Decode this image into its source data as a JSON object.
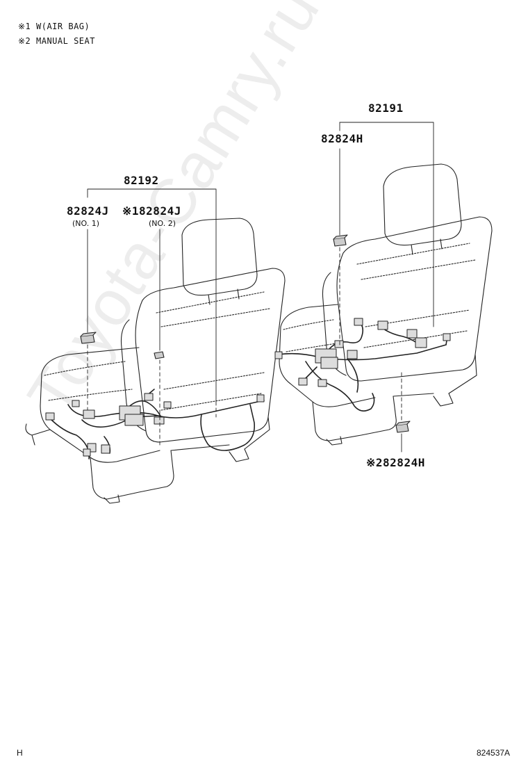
{
  "legend": [
    "※1 W(AIR BAG)",
    "※2 MANUAL SEAT"
  ],
  "labels": {
    "part_82192": "82192",
    "part_82824J_no1": "82824J",
    "part_82824J_no2": "※182824J",
    "note_no1": "(NO. 1)",
    "note_no2": "(NO. 2)",
    "part_82191": "82191",
    "part_82824H_top": "82824H",
    "part_82824H_bottom": "※282824H"
  },
  "footer": {
    "left": "H",
    "right": "824537A"
  },
  "watermark": "Toyota-Camry.ru"
}
